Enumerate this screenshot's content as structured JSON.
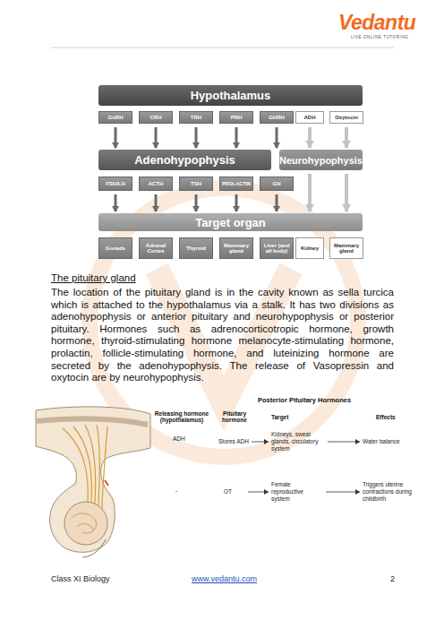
{
  "diagram": {
    "nodes": [
      {
        "text": [
          "Hypothalamus"
        ]
      },
      {
        "text": [
          "GnRH"
        ]
      },
      {
        "text": [
          "CRH"
        ]
      },
      {
        "text": [
          "TRH"
        ]
      },
      {
        "text": [
          "PRH"
        ]
      },
      {
        "text": [
          "GHRH"
        ]
      },
      {
        "text": [
          "ADH"
        ]
      },
      {
        "text": [
          "Oxytocin"
        ]
      },
      {
        "text": [
          "Adenohypophysis"
        ]
      },
      {
        "text": [
          "Neurohypophysis"
        ]
      },
      {
        "text": [
          "FSH/LH"
        ]
      },
      {
        "text": [
          "ACTH"
        ]
      },
      {
        "text": [
          "TSH"
        ]
      },
      {
        "text": [
          "PROLACTIN"
        ]
      },
      {
        "text": [
          "GH"
        ]
      },
      {
        "text": [
          "Target organ"
        ]
      },
      {
        "text": [
          "Gonads"
        ]
      },
      {
        "text": [
          "Adrenal Cortex"
        ]
      },
      {
        "text": [
          "Thyroid"
        ]
      },
      {
        "text": [
          "Mammary gland"
        ]
      },
      {
        "text": [
          "Liver (and all body)"
        ]
      },
      {
        "text": [
          "Kidney"
        ]
      },
      {
        "text": [
          "Mammary gland"
        ]
      },
      {
        "text": [
          "Stores ADH"
        ]
      },
      {
        "text": [
          "Kidneys, sweat glands, circulatory system"
        ]
      },
      {
        "text": [
          "Water balance"
        ]
      },
      {
        "text": [
          "OT"
        ]
      },
      {
        "text": [
          "Female reproductive system"
        ]
      },
      {
        "text": [
          "Triggers uterine contractions during childbirth"
        ]
      }
    ],
    "edges": [
      {
        "from": 1,
        "to": 8,
        "arrow": "to"
      },
      {
        "from": 2,
        "to": 8,
        "arrow": "to"
      },
      {
        "from": 3,
        "to": 8,
        "arrow": "to"
      },
      {
        "from": 4,
        "to": 8,
        "arrow": "to"
      },
      {
        "from": 5,
        "to": 8,
        "arrow": "to"
      },
      {
        "from": 6,
        "to": 9,
        "arrow": "to"
      },
      {
        "from": 7,
        "to": 9,
        "arrow": "to"
      },
      {
        "from": 10,
        "to": 15,
        "arrow": "to"
      },
      {
        "from": 11,
        "to": 15,
        "arrow": "to"
      },
      {
        "from": 12,
        "to": 15,
        "arrow": "to"
      },
      {
        "from": 13,
        "to": 15,
        "arrow": "to"
      },
      {
        "from": 14,
        "to": 15,
        "arrow": "to"
      },
      {
        "from": 9,
        "to": 15,
        "arrow": "to"
      },
      {
        "from": 9,
        "to": 15,
        "arrow": "to"
      },
      {
        "from": 23,
        "to": 24,
        "arrow": "to"
      },
      {
        "from": 24,
        "to": 25,
        "arrow": "to"
      },
      {
        "from": 26,
        "to": 27,
        "arrow": "to"
      },
      {
        "from": 27,
        "to": 28,
        "arrow": "to"
      }
    ],
    "labels": [
      "Vedantu",
      "LIVE ONLINE TUTORING",
      "The pituitary gland",
      "The location of the pituitary gland is in the cavity known as sella turcica which is attached to the hypothalamus via a stalk. It has two divisions as adenohypophysis or anterior pituitary and neurohypophysis or posterior pituitary. Hormones such as adrenocorticotropic hormone, growth hormone, thyroid-stimulating hormone melanocyte-stimulating hormone, prolactin, follicle-stimulating hormone, and luteinizing hormone are secreted by the adenohypophysis. The release of Vasopressin and oxytocin are by neurohypophysis.",
      "Posterior Pituitary Hormones",
      "Releasing hormone (hypothalamus)",
      "Pituitary hormone",
      "Target",
      "Effects",
      "ADH",
      "-",
      "Class XI Biology",
      "www.vedantu.com",
      "2"
    ]
  }
}
